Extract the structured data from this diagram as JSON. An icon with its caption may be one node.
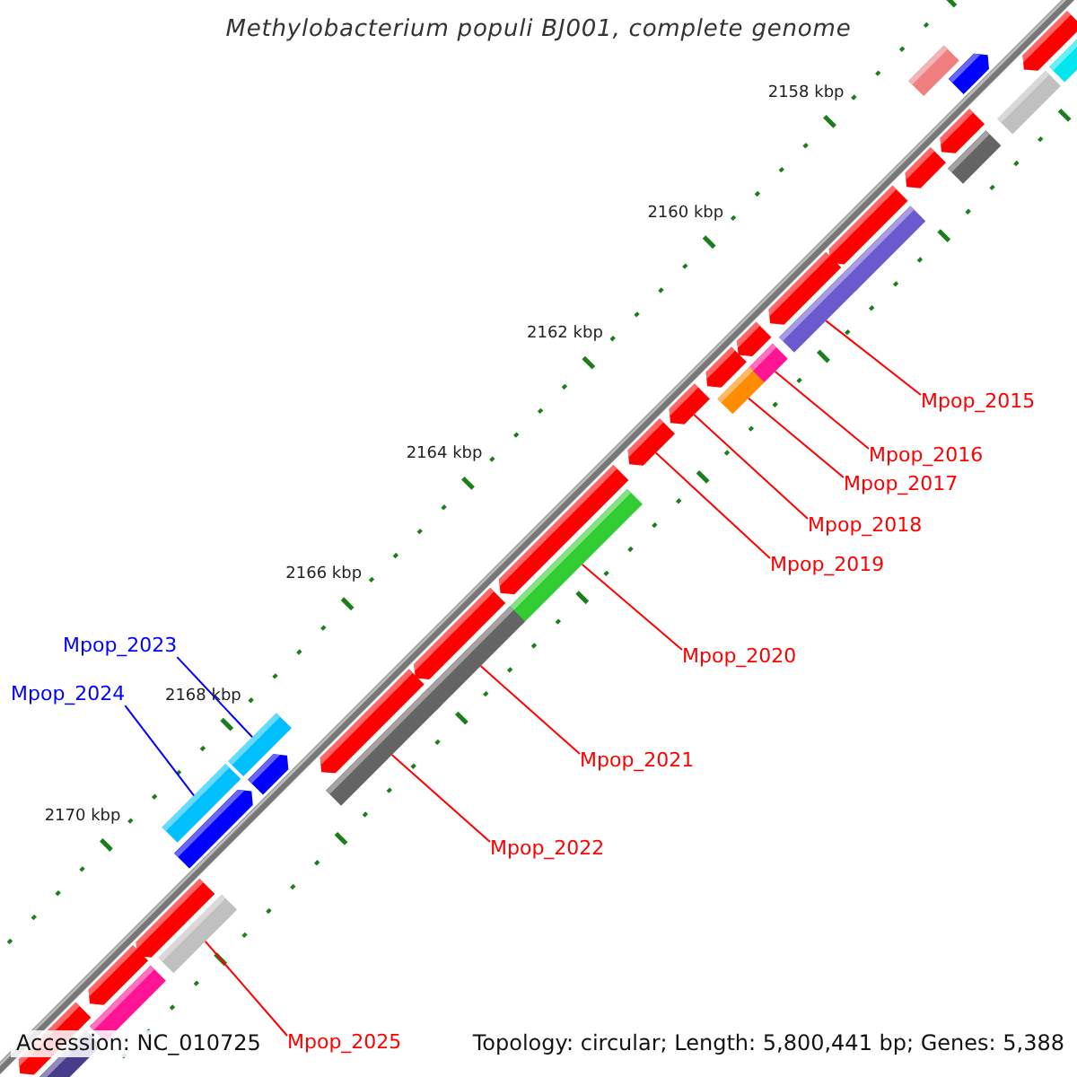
{
  "diagram": {
    "title": "Methylobacterium populi BJ001, complete genome",
    "nodes": [
      {
        "text": [
          "Mpop_2015"
        ]
      },
      {
        "text": [],
        "shape": "box"
      },
      {
        "text": [
          "Mpop_2016"
        ]
      },
      {
        "text": [],
        "shape": "box"
      },
      {
        "text": [
          "Mpop_2017"
        ]
      },
      {
        "text": [],
        "shape": "box"
      },
      {
        "text": [
          "Mpop_2018"
        ]
      },
      {
        "text": [],
        "shape": "arrow"
      },
      {
        "text": [
          "Mpop_2019"
        ]
      },
      {
        "text": [],
        "shape": "arrow"
      },
      {
        "text": [
          "Mpop_2020"
        ]
      },
      {
        "text": [],
        "shape": "box"
      },
      {
        "text": [
          "Mpop_2023"
        ]
      },
      {
        "text": [],
        "shape": "box"
      },
      {
        "text": [
          "Mpop_2024"
        ]
      },
      {
        "text": [],
        "shape": "box"
      },
      {
        "text": [
          "Mpop_2021"
        ]
      },
      {
        "text": [],
        "shape": "box"
      },
      {
        "text": [
          "Mpop_2022"
        ]
      },
      {
        "text": [],
        "shape": "box"
      },
      {
        "text": [
          "Mpop_2025"
        ]
      },
      {
        "text": [],
        "shape": "box"
      },
      {
        "text": [],
        "shape": "box"
      },
      {
        "text": [],
        "shape": "arrow"
      },
      {
        "text": [],
        "shape": "box"
      },
      {
        "text": [],
        "shape": "arrow"
      },
      {
        "text": [],
        "shape": "box"
      },
      {
        "text": [],
        "shape": "arrow"
      },
      {
        "text": [],
        "shape": "box"
      },
      {
        "text": [],
        "shape": "arrow"
      },
      {
        "text": [],
        "shape": "arrow"
      },
      {
        "text": [],
        "shape": "box"
      },
      {
        "text": [],
        "shape": "arrow"
      },
      {
        "text": [],
        "shape": "arrow"
      },
      {
        "text": [],
        "shape": "arrow"
      },
      {
        "text": [],
        "shape": "arrow"
      },
      {
        "text": [],
        "shape": "arrow"
      },
      {
        "text": [],
        "shape": "arrow"
      },
      {
        "text": [],
        "shape": "arrow"
      },
      {
        "text": [],
        "shape": "arrow"
      },
      {
        "text": [],
        "shape": "arrow"
      },
      {
        "text": [],
        "shape": "arrow"
      },
      {
        "text": [],
        "shape": "box"
      },
      {
        "text": [],
        "shape": "arrow"
      },
      {
        "text": [],
        "shape": "box"
      }
    ],
    "edges": [
      {
        "from": 0,
        "to": 1,
        "arrow": "none"
      },
      {
        "from": 2,
        "to": 3,
        "arrow": "none"
      },
      {
        "from": 4,
        "to": 5,
        "arrow": "none"
      },
      {
        "from": 6,
        "to": 7,
        "arrow": "none"
      },
      {
        "from": 8,
        "to": 9,
        "arrow": "none"
      },
      {
        "from": 10,
        "to": 11,
        "arrow": "none"
      },
      {
        "from": 12,
        "to": 13,
        "arrow": "none",
        "color": "#0000ff"
      },
      {
        "from": 14,
        "to": 15,
        "arrow": "none",
        "color": "#0000ff"
      },
      {
        "from": 16,
        "to": 17,
        "arrow": "none"
      },
      {
        "from": 18,
        "to": 19,
        "arrow": "none"
      },
      {
        "from": 20,
        "to": 21,
        "arrow": "none"
      }
    ],
    "labels": [
      "2158 kbp",
      "2160 kbp",
      "2162 kbp",
      "2164 kbp",
      "2166 kbp",
      "2168 kbp",
      "2170 kbp",
      "Accession: NC_010725",
      "Topology: circular; Length: 5,800,441 bp; Genes: 5,388"
    ]
  }
}
